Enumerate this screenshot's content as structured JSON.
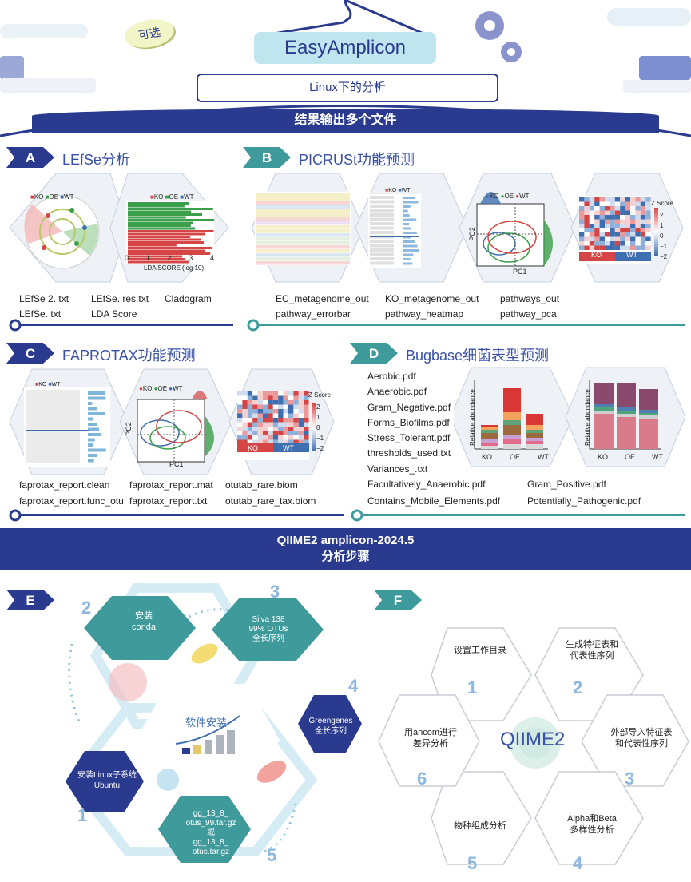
{
  "header": {
    "badge": "可选",
    "title": "EasyAmplicon",
    "subtitle": "Linux下的分析",
    "band": "结果输出多个文件"
  },
  "sections": {
    "A": {
      "letter": "A",
      "title": "LEfSe分析",
      "legend": [
        "KO",
        "OE",
        "WT"
      ],
      "axis_ticks": [
        "0",
        "1",
        "2",
        "3",
        "4"
      ],
      "axis_label": "LDA SCORE (log 10)",
      "files": [
        "LEfSe 2. txt",
        "LEfSe. res.txt",
        "Cladogram",
        "LEfSe. txt",
        "LDA Score"
      ]
    },
    "B": {
      "letter": "B",
      "title": "PICRUSt功能预测",
      "legend": [
        "KO",
        "WT"
      ],
      "pca_legend": [
        "KO",
        "OE",
        "WT"
      ],
      "pca_x": "PC1",
      "pca_y": "PC2",
      "zscore": "Z Score",
      "zscore_ticks": [
        "2",
        "1",
        "0",
        "−1",
        "−2"
      ],
      "heat_groups": [
        "KO",
        "WT"
      ],
      "files": [
        "EC_metagenome_out",
        "KO_metagenome_out",
        "pathways_out",
        "pathway_errorbar",
        "pathway_heatmap",
        "pathway_pca"
      ]
    },
    "C": {
      "letter": "C",
      "title": "FAPROTAX功能预测",
      "legend": [
        "KO",
        "WT"
      ],
      "pca_legend": [
        "KO",
        "OE",
        "WT"
      ],
      "pca_x": "PC1",
      "pca_y": "PC2",
      "zscore": "Z Score",
      "zscore_ticks": [
        "2",
        "1",
        "0",
        "−1",
        "−2"
      ],
      "heat_groups": [
        "KO",
        "WT"
      ],
      "files": [
        "faprotax_report.clean",
        "faprotax_report.mat",
        "otutab_rare.biom",
        "faprotax_report.func_otu",
        "faprotax_report.txt",
        "otutab_rare_tax.biom"
      ]
    },
    "D": {
      "letter": "D",
      "title": "Bugbase细菌表型预测",
      "files": [
        "Aerobic.pdf",
        "Anaerobic.pdf",
        "Gram_Negative.pdf",
        "Forms_Biofilms.pdf",
        "Stress_Tolerant.pdf",
        "thresholds_used.txt",
        "Variances_.txt",
        "Facultatively_Anaerobic.pdf",
        "Contains_Mobile_Elements.pdf",
        "Gram_Positive.pdf",
        "Potentially_Pathogenic.pdf"
      ],
      "ylabel": "Relative abundance",
      "groups": [
        "KO",
        "OE",
        "WT"
      ]
    }
  },
  "qiime_band": {
    "line1": "QIIME2 amplicon-2024.5",
    "line2": "分析步骤"
  },
  "E": {
    "letter": "E",
    "center": "软件安装",
    "nodes": [
      {
        "num": "1",
        "line1": "安装Linux子系统",
        "line2": "Ubuntu"
      },
      {
        "num": "2",
        "line1": "安装",
        "line2": "conda"
      },
      {
        "num": "3",
        "line1": "Silva 138",
        "line2": "99% OTUs",
        "line3": "全长序列"
      },
      {
        "num": "4",
        "line1": "Greengenes",
        "line2": "全长序列"
      },
      {
        "num": "5",
        "line1": "gg_13_8_",
        "line2": "otus_99.tar.gz",
        "line3": "或",
        "line4": "gg_13_8_",
        "line5": "otus.tar.gz"
      }
    ]
  },
  "F": {
    "letter": "F",
    "center": "QIIME2",
    "nodes": [
      {
        "num": "1",
        "line1": "设置工作目录",
        "line2": ""
      },
      {
        "num": "2",
        "line1": "生成特征表和",
        "line2": "代表性序列"
      },
      {
        "num": "3",
        "line1": "外部导入特征表",
        "line2": "和代表性序列"
      },
      {
        "num": "4",
        "line1": "Alpha和Beta",
        "line2": "多样性分析"
      },
      {
        "num": "5",
        "line1": "物种组成分析",
        "line2": ""
      },
      {
        "num": "6",
        "line1": "用ancom进行",
        "line2": "差异分析"
      }
    ]
  },
  "colors": {
    "navy": "#2a3a8e",
    "teal": "#3f9b9b",
    "title_blue": "#3a52a6",
    "KO": "#d64545",
    "OE": "#3a9e4a",
    "WT": "#3f6fb0"
  }
}
